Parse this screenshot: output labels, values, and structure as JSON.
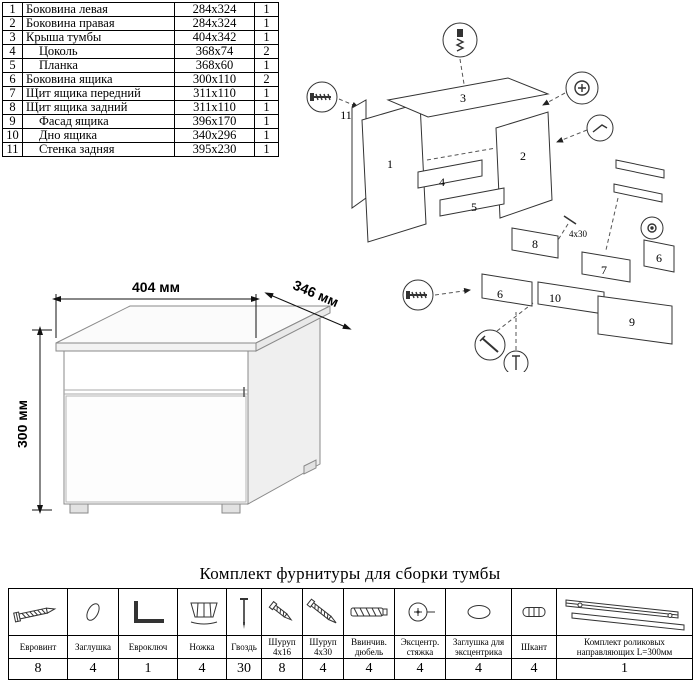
{
  "parts_table": {
    "rows": [
      {
        "num": "1",
        "name": "Боковина левая",
        "size": "284x324",
        "qty": "1"
      },
      {
        "num": "2",
        "name": "Боковина правая",
        "size": "284x324",
        "qty": "1"
      },
      {
        "num": "3",
        "name": "Крыша тумбы",
        "size": "404x342",
        "qty": "1"
      },
      {
        "num": "4",
        "name": "Цоколь",
        "size": "368x74",
        "qty": "2"
      },
      {
        "num": "5",
        "name": "Планка",
        "size": "368x60",
        "qty": "1"
      },
      {
        "num": "6",
        "name": "Боковина ящика",
        "size": "300x110",
        "qty": "2"
      },
      {
        "num": "7",
        "name": "Щит ящика передний",
        "size": "311x110",
        "qty": "1"
      },
      {
        "num": "8",
        "name": "Щит ящика задний",
        "size": "311x110",
        "qty": "1"
      },
      {
        "num": "9",
        "name": "Фасад ящика",
        "size": "396x170",
        "qty": "1"
      },
      {
        "num": "10",
        "name": "Дно ящика",
        "size": "340x296",
        "qty": "1"
      },
      {
        "num": "11",
        "name": "Стенка задняя",
        "size": "395x230",
        "qty": "1"
      }
    ]
  },
  "dimensions": {
    "width": "404 мм",
    "depth": "346 мм",
    "height": "300 мм"
  },
  "exploded": {
    "labels": {
      "p1": "1",
      "p2": "2",
      "p3": "3",
      "p4": "4",
      "p5": "5",
      "p6a": "6",
      "p6b": "6",
      "p7": "7",
      "p8": "8",
      "p9": "9",
      "p10": "10",
      "p11": "11",
      "screw_size": "4x30"
    }
  },
  "hardware": {
    "title": "Комплект фурнитуры для сборки тумбы",
    "items": [
      {
        "name": "Евровинт",
        "qty": "8"
      },
      {
        "name": "Заглушка",
        "qty": "4"
      },
      {
        "name": "Евроключ",
        "qty": "1"
      },
      {
        "name": "Ножка",
        "qty": "4"
      },
      {
        "name": "Гвоздь",
        "qty": "30"
      },
      {
        "name": "Шуруп 4x16",
        "qty": "8"
      },
      {
        "name": "Шуруп 4x30",
        "qty": "4"
      },
      {
        "name": "Ввинчив. дюбель",
        "qty": "4"
      },
      {
        "name": "Эксцентр. стяжка",
        "qty": "4"
      },
      {
        "name": "Заглушка для эксцентрика",
        "qty": "4"
      },
      {
        "name": "Шкант",
        "qty": "4"
      },
      {
        "name": "Комплект роликовых направляющих L=300мм",
        "qty": "1"
      }
    ]
  }
}
